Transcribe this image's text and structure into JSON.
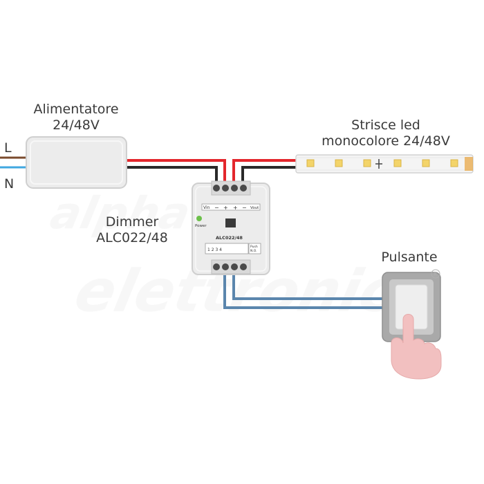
{
  "labels": {
    "power_supply_line1": "Alimentatore",
    "power_supply_line2": "24/48V",
    "line_l": "L",
    "line_n": "N",
    "strip_line1": "Strisce led",
    "strip_line2": "monocolore 24/48V",
    "dimmer_line1": "Dimmer",
    "dimmer_line2": "ALC022/48",
    "button": "Pulsante"
  },
  "dimmer": {
    "model": "ALC022/48",
    "power_led_label": "Power",
    "vin_label": "Vin",
    "vout_label": "Vout",
    "terminal_signs": [
      "−",
      "+",
      "+",
      "−"
    ],
    "bottom_terminals": "1  2  3  4",
    "push_label": "Push",
    "push_sub": "N.O."
  },
  "colors": {
    "wire_red": "#e3262c",
    "wire_black": "#2a2a2a",
    "wire_blue": "#5b86ad",
    "wire_brown": "#7a4a2c",
    "wire_lightblue": "#3fa7e0",
    "box_fill": "#ececec",
    "box_stroke": "#cfcfcf",
    "led_color": "#f3d46a",
    "hand_color": "#f2c0c0",
    "watermark": "#f1f1f1"
  },
  "icons": {
    "hand": "pointing-hand-icon",
    "registered": "registered-mark-icon"
  }
}
